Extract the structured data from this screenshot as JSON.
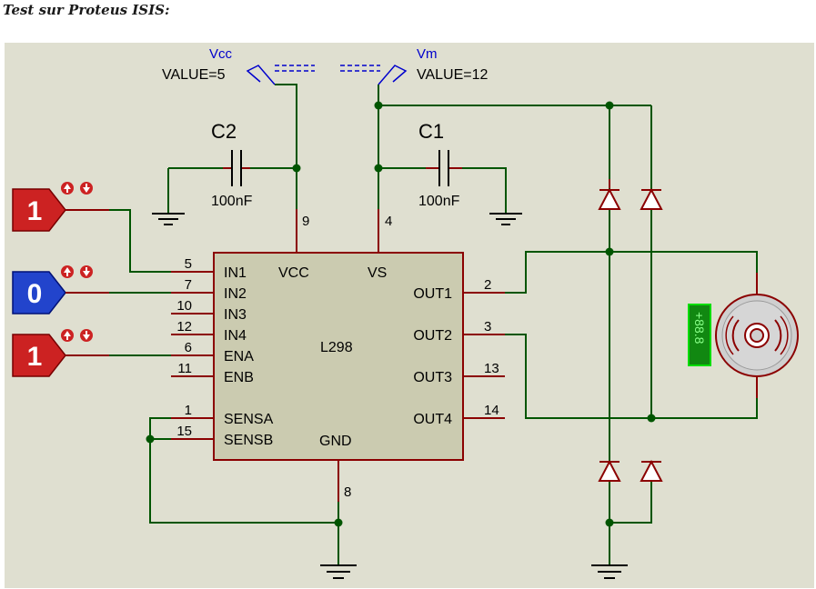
{
  "caption": "Test sur Proteus ISIS:",
  "power": {
    "vcc": {
      "name": "Vcc",
      "value": "VALUE=5"
    },
    "vm": {
      "name": "Vm",
      "value": "VALUE=12"
    }
  },
  "capacitors": [
    {
      "ref": "C2",
      "value": "100nF"
    },
    {
      "ref": "C1",
      "value": "100nF"
    }
  ],
  "logic_states": [
    "1",
    "0",
    "1"
  ],
  "ic": {
    "name": "L298",
    "left_pins": [
      {
        "num": "5",
        "label": "IN1"
      },
      {
        "num": "7",
        "label": "IN2"
      },
      {
        "num": "10",
        "label": "IN3"
      },
      {
        "num": "12",
        "label": "IN4"
      },
      {
        "num": "6",
        "label": "ENA"
      },
      {
        "num": "11",
        "label": "ENB"
      },
      {
        "num": "1",
        "label": "SENSA"
      },
      {
        "num": "15",
        "label": "SENSB"
      }
    ],
    "right_pins": [
      {
        "num": "2",
        "label": "OUT1"
      },
      {
        "num": "3",
        "label": "OUT2"
      },
      {
        "num": "13",
        "label": "OUT3"
      },
      {
        "num": "14",
        "label": "OUT4"
      }
    ],
    "top_pins": [
      {
        "num": "9",
        "label": "VCC"
      },
      {
        "num": "4",
        "label": "VS"
      }
    ],
    "bottom_pin": {
      "num": "8",
      "label": "GND"
    }
  },
  "motor_meter": "+88.8",
  "colors": {
    "background": "#dfdfd0",
    "wire": "#005500",
    "pin": "#8b0000",
    "ic_fill": "#cbcbb0",
    "logic_high": "#cc2222",
    "logic_low": "#2244cc",
    "terminal": "#0000cc",
    "meter": "#11aa11"
  }
}
